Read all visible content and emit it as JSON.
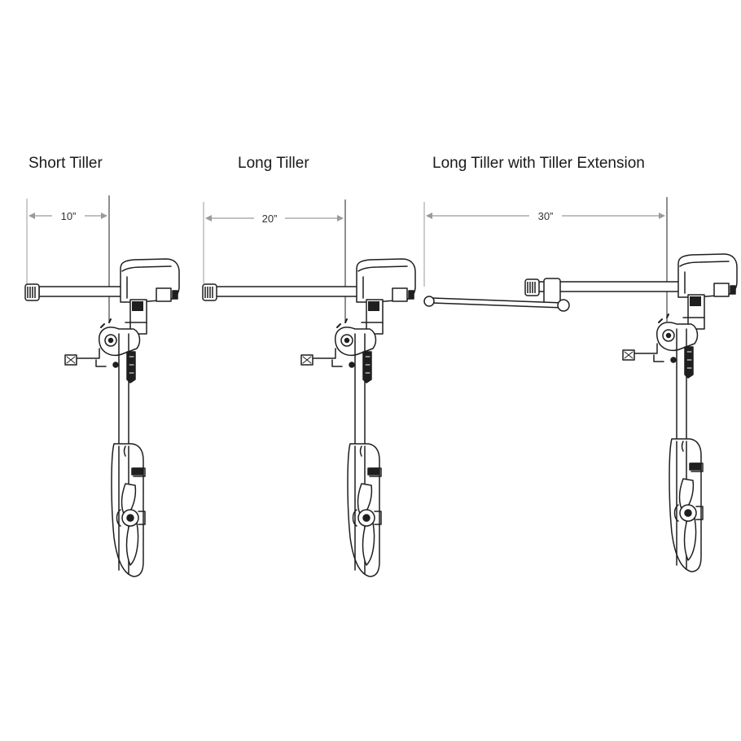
{
  "panels": [
    {
      "title": "Short Tiller",
      "dimension": "10”"
    },
    {
      "title": "Long Tiller",
      "dimension": "20”"
    },
    {
      "title": "Long Tiller with Tiller Extension",
      "dimension": "30”"
    }
  ],
  "colors": {
    "line": "#1f1f1f",
    "dimension": "#9a9a9a",
    "background": "#ffffff"
  }
}
